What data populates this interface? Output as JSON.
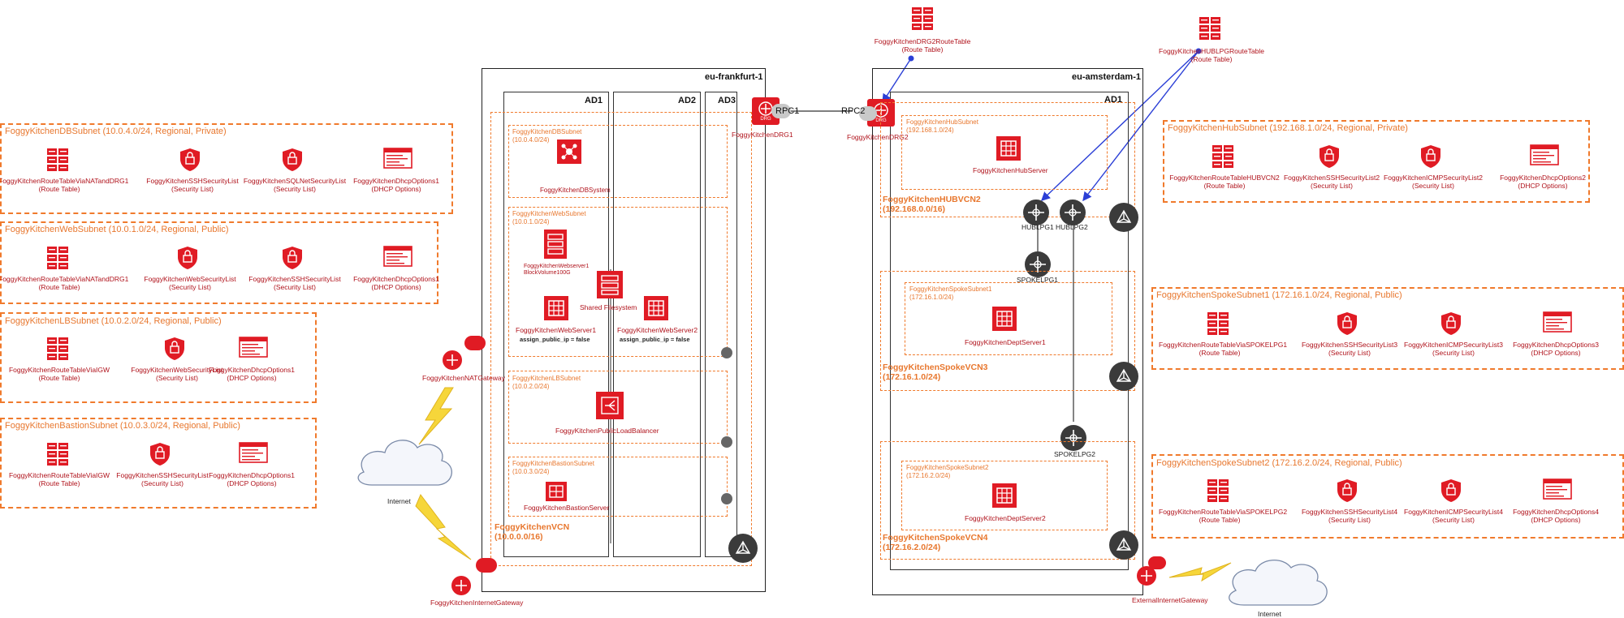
{
  "left_subnets": [
    {
      "title": "FoggyKitchenDBSubnet (10.0.4.0/24, Regional, Private)",
      "items": [
        {
          "name": "FoggyKitchenRouteTableViaNATandDRG1",
          "type": "(Route Table)",
          "icon": "route-table-icon"
        },
        {
          "name": "FoggyKitchenSSHSecurityList",
          "type": "(Security List)",
          "icon": "shield-icon"
        },
        {
          "name": "FoggyKitchenSQLNetSecurityList",
          "type": "(Security List)",
          "icon": "shield-icon"
        },
        {
          "name": "FoggyKitchenDhcpOptions1",
          "type": "(DHCP Options)",
          "icon": "dhcp-options-icon"
        }
      ]
    },
    {
      "title": "FoggyKitchenWebSubnet (10.0.1.0/24, Regional, Public)",
      "items": [
        {
          "name": "FoggyKitchenRouteTableViaNATandDRG1",
          "type": "(Route Table)",
          "icon": "route-table-icon"
        },
        {
          "name": "FoggyKitchenWebSecurityList",
          "type": "(Security List)",
          "icon": "shield-icon"
        },
        {
          "name": "FoggyKitchenSSHSecurityList",
          "type": "(Security List)",
          "icon": "shield-icon"
        },
        {
          "name": "FoggyKitchenDhcpOptions1",
          "type": "(DHCP Options)",
          "icon": "dhcp-options-icon"
        }
      ]
    },
    {
      "title": "FoggyKitchenLBSubnet (10.0.2.0/24, Regional, Public)",
      "items": [
        {
          "name": "FoggyKitchenRouteTableViaIGW",
          "type": "(Route Table)",
          "icon": "route-table-icon"
        },
        {
          "name": "FoggyKitchenWebSecurityList",
          "type": "(Security List)",
          "icon": "shield-icon"
        },
        {
          "name": "FoggyKitchenDhcpOptions1",
          "type": "(DHCP Options)",
          "icon": "dhcp-options-icon"
        }
      ]
    },
    {
      "title": "FoggyKitchenBastionSubnet (10.0.3.0/24, Regional, Public)",
      "items": [
        {
          "name": "FoggyKitchenRouteTableViaIGW",
          "type": "(Route Table)",
          "icon": "route-table-icon"
        },
        {
          "name": "FoggyKitchenSSHSecurityList",
          "type": "(Security List)",
          "icon": "shield-icon"
        },
        {
          "name": "FoggyKitchenDhcpOptions1",
          "type": "(DHCP Options)",
          "icon": "dhcp-options-icon"
        }
      ]
    }
  ],
  "right_subnets": [
    {
      "title": "FoggyKitchenHubSubnet (192.168.1.0/24, Regional, Private)",
      "items": [
        {
          "name": "FoggyKitchenRouteTableHUBVCN2",
          "type": "(Route Table)",
          "icon": "route-table-icon"
        },
        {
          "name": "FoggyKitchenSSHSecurityList2",
          "type": "(Security List)",
          "icon": "shield-icon"
        },
        {
          "name": "FoggyKitchenICMPSecurityList2",
          "type": "(Security List)",
          "icon": "shield-icon"
        },
        {
          "name": "FoggyKitchenDhcpOptions2",
          "type": "(DHCP Options)",
          "icon": "dhcp-options-icon"
        }
      ]
    },
    {
      "title": "FoggyKitchenSpokeSubnet1 (172.16.1.0/24, Regional, Public)",
      "items": [
        {
          "name": "FoggyKitchenRouteTableViaSPOKELPG1",
          "type": "(Route Table)",
          "icon": "route-table-icon"
        },
        {
          "name": "FoggyKitchenSSHSecurityList3",
          "type": "(Security List)",
          "icon": "shield-icon"
        },
        {
          "name": "FoggyKitchenICMPSecurityList3",
          "type": "(Security List)",
          "icon": "shield-icon"
        },
        {
          "name": "FoggyKitchenDhcpOptions3",
          "type": "(DHCP Options)",
          "icon": "dhcp-options-icon"
        }
      ]
    },
    {
      "title": "FoggyKitchenSpokeSubnet2 (172.16.2.0/24, Regional, Public)",
      "items": [
        {
          "name": "FoggyKitchenRouteTableViaSPOKELPG2",
          "type": "(Route Table)",
          "icon": "route-table-icon"
        },
        {
          "name": "FoggyKitchenSSHSecurityList4",
          "type": "(Security List)",
          "icon": "shield-icon"
        },
        {
          "name": "FoggyKitchenICMPSecurityList4",
          "type": "(Security List)",
          "icon": "shield-icon"
        },
        {
          "name": "FoggyKitchenDhcpOptions4",
          "type": "(DHCP Options)",
          "icon": "dhcp-options-icon"
        }
      ]
    }
  ],
  "frankfurt": {
    "region": "eu-frankfurt-1",
    "ad1": "AD1",
    "ad2": "AD2",
    "ad3": "AD3",
    "vcn_name": "FoggyKitchenVCN",
    "vcn_cidr": "(10.0.0.0/16)",
    "db_subnet": "FoggyKitchenDBSubnet",
    "db_cidr": "(10.0.4.0/24)",
    "db_system": "FoggyKitchenDBSystem",
    "web_subnet": "FoggyKitchenWebSubnet",
    "web_cidr": "(10.0.1.0/24)",
    "webserver1_top": "FoggyKitchenWebserver1",
    "block_volume": "BlockVolume100G",
    "shared_fs": "Shared Filesystem",
    "webserver1": "FoggyKitchenWebServer1",
    "webserver2": "FoggyKitchenWebServer2",
    "assign_ip1": "assign_public_ip = false",
    "assign_ip2": "assign_public_ip = false",
    "lb_subnet": "FoggyKitchenLBSubnet",
    "lb_cidr": "(10.0.2.0/24)",
    "lb": "FoggyKitchenPublicLoadBalancer",
    "bastion_subnet": "FoggyKitchenBastionSubnet",
    "bastion_cidr": "(10.0.3.0/24)",
    "bastion": "FoggyKitchenBastionServer",
    "drg": "FoggyKitchenDRG1",
    "drg_badge": "DRG",
    "rpc": "RPC1",
    "nat": "FoggyKitchenNATGateway",
    "igw": "FoggyKitchenInternetGateway",
    "internet": "Internet"
  },
  "amsterdam": {
    "region": "eu-amsterdam-1",
    "ad1": "AD1",
    "drg": "FoggyKitchenDRG2",
    "drg_badge": "DRG",
    "rpc": "RPC2",
    "drg2_rt": "FoggyKitchenDRG2RouteTable",
    "drg2_rt_type": "(Route Table)",
    "hublpg_rt": "FoggyKitchenHUBLPGRouteTable",
    "hublpg_rt_type": "(Route Table)",
    "hub_subnet": "FoggyKitchenHubSubnet",
    "hub_cidr": "(192.168.1.0/24)",
    "hub_server": "FoggyKitchenHubServer",
    "hub_vcn": "FoggyKitchenHUBVCN2",
    "hub_vcn_cidr": "(192.168.0.0/16)",
    "hublpg1": "HUBLPG1",
    "hublpg2": "HUBLPG2",
    "spokelpg1": "SPOKELPG1",
    "spokelpg2": "SPOKELPG2",
    "spoke1_subnet": "FoggyKitchenSpokeSubnet1",
    "spoke1_cidr": "(172.16.1.0/24)",
    "dept1": "FoggyKitchenDeptServer1",
    "spoke_vcn3": "FoggyKitchenSpokeVCN3",
    "spoke_vcn3_cidr": "(172.16.1.0/24)",
    "spoke2_subnet": "FoggyKitchenSpokeSubnet2",
    "spoke2_cidr": "(172.16.2.0/24)",
    "dept2": "FoggyKitchenDeptServer2",
    "spoke_vcn4": "FoggyKitchenSpokeVCN4",
    "spoke_vcn4_cidr": "(172.16.2.0/24)",
    "ext_igw": "ExternalInternetGateway",
    "internet": "Internet"
  },
  "colors": {
    "oracle_red": "#e01b24",
    "orange": "#f07a2c",
    "dark": "#3b3b3b",
    "blue": "#2b3fd6"
  }
}
